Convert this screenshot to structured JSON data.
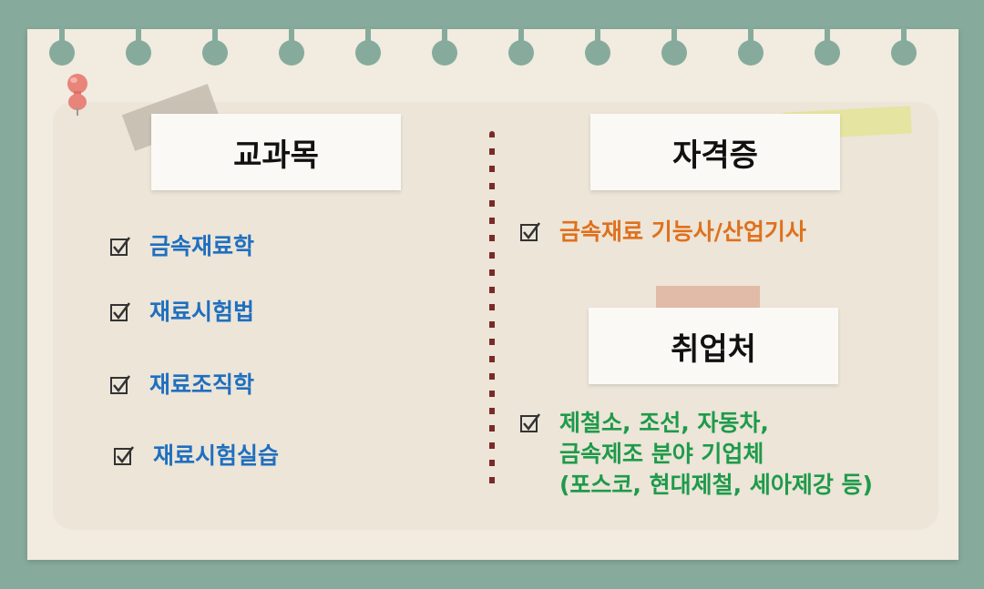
{
  "sections": {
    "subjects": {
      "title": "교과목",
      "items": [
        "금속재료학",
        "재료시험법",
        "재료조직학",
        "재료시험실습"
      ]
    },
    "certifications": {
      "title": "자격증",
      "items": [
        "금속재료 기능사/산업기사"
      ]
    },
    "employers": {
      "title": "취업처",
      "lines": [
        "제철소, 조선, 자동차,",
        "금속제조 분야 기업체",
        "(포스코, 현대제철, 세아제강 등)"
      ]
    }
  },
  "icons": {
    "checkbox": "checkbox-checked-icon",
    "pushpin": "pushpin-icon"
  },
  "colors": {
    "background": "#86ab9c",
    "paper": "#f1ebe0",
    "subject_text": "#1f6fbf",
    "cert_text": "#e0701c",
    "employer_text": "#1e9a4a",
    "divider": "#7a2a2a"
  }
}
